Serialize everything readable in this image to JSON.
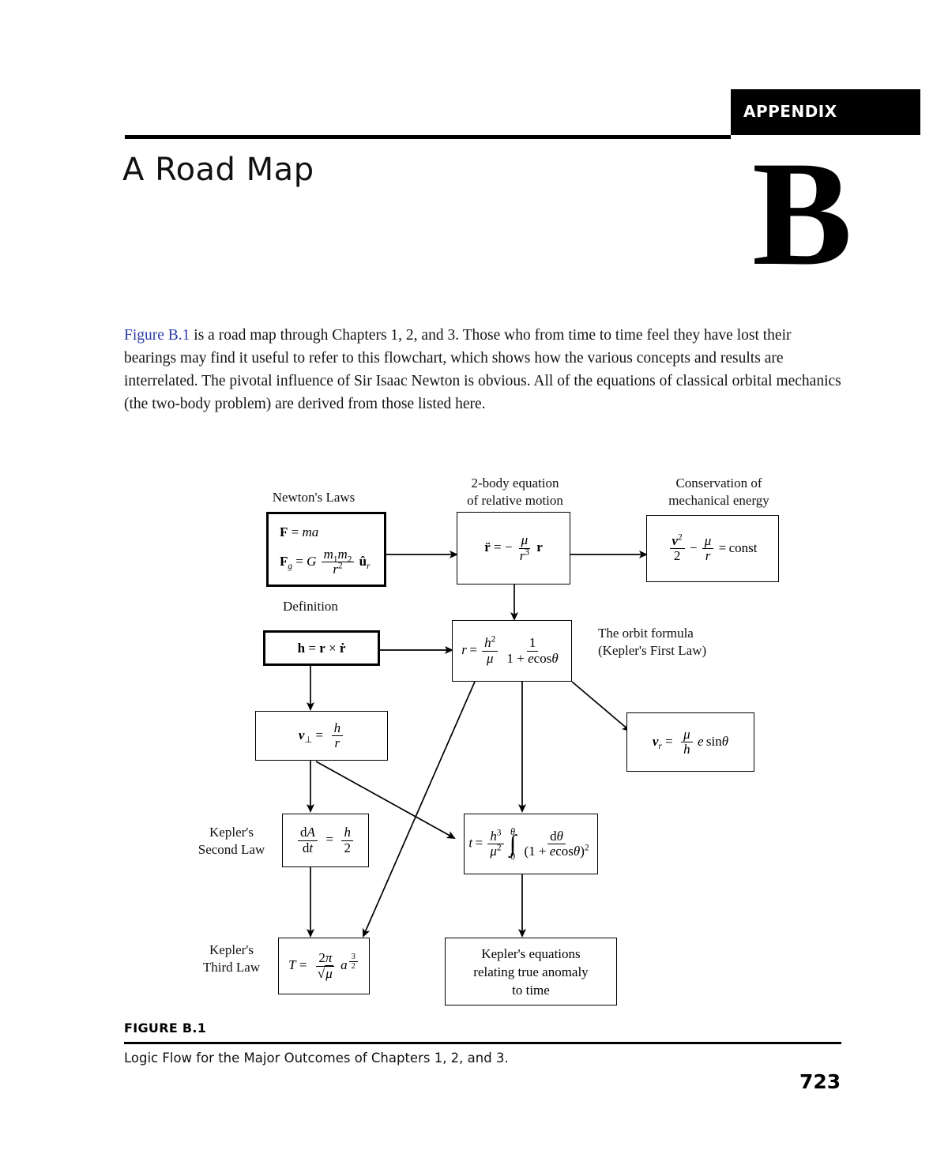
{
  "header": {
    "appendix_label": "APPENDIX",
    "title": "A Road Map",
    "letter": "B"
  },
  "intro": {
    "figure_ref": "Figure B.1",
    "body": " is a road map through Chapters 1, 2, and 3. Those who from time to time feel they have lost their bearings may find it useful to refer to this flowchart, which shows how the various concepts and results are interrelated. The pivotal influence of Sir Isaac Newton is obvious. All of the equations of classical orbital mechanics (the two-body problem) are derived from those listed here."
  },
  "figure": {
    "labels": {
      "newtons_laws": "Newton's Laws",
      "two_body": "2-body equation\nof relative motion",
      "two_body_line1": "2-body equation",
      "two_body_line2": "of relative motion",
      "energy_line1": "Conservation of",
      "energy_line2": "mechanical energy",
      "definition": "Definition",
      "orbit_line1": "The orbit formula",
      "orbit_line2": "(Kepler's First Law)",
      "kepler2_line1": "Kepler's",
      "kepler2_line2": "Second Law",
      "kepler3_line1": "Kepler's",
      "kepler3_line2": "Third Law"
    },
    "nodes": {
      "newton_force": "F = ma",
      "newton_gravity": "F_g = G (m1 m2 / r^2) u_r",
      "two_body_eq": "r̈ = −(μ / r^3) r",
      "energy_eq": "v^2/2 − μ/r = const",
      "angular_momentum": "h = r × ṙ",
      "orbit_formula": "r = (h^2/μ)(1/(1 + e cosθ))",
      "v_perp": "v⊥ = h / r",
      "v_radial": "v_r = (μ/h) e sinθ",
      "kepler_second": "dA/dt = h/2",
      "time_integral": "t = (h^3/μ^2) ∫0θ dθ / (1 + e cosθ)^2",
      "kepler_third": "T = (2π/√μ) a^(3/2)",
      "kepler_equations_line1": "Kepler's equations",
      "kepler_equations_line2": "relating true anomaly",
      "kepler_equations_line3": "to time"
    }
  },
  "figure_caption": {
    "title": "FIGURE B.1",
    "text": "Logic Flow for the Major Outcomes of Chapters 1, 2, and 3."
  },
  "folio": "723",
  "colors": {
    "link": "#2b3ea8",
    "bar": "#000000",
    "text": "#000000"
  }
}
